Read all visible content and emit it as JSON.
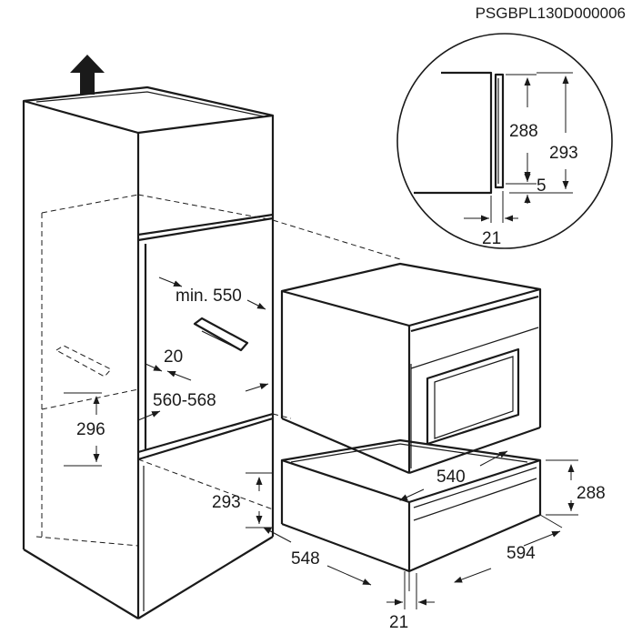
{
  "document_code": "PSGBPL130D000006",
  "dimensions": {
    "niche_width": "min. 550",
    "offset_20": "20",
    "depth_range": "560-568",
    "height_296": "296",
    "height_293_left": "293",
    "depth_548": "548",
    "gap_21_bottom": "21",
    "drawer_depth_540": "540",
    "drawer_width_594": "594",
    "drawer_height_288": "288"
  },
  "detail": {
    "height_288": "288",
    "height_293": "293",
    "gap_5": "5",
    "gap_21": "21"
  },
  "colors": {
    "line": "#1a1a1a",
    "background": "#ffffff"
  }
}
